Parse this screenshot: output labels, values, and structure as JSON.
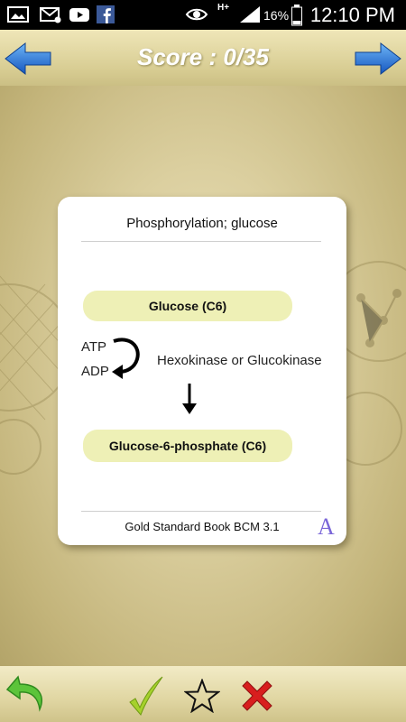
{
  "status_bar": {
    "network_type": "H+",
    "battery_percent": "16%",
    "time": "12:10 PM",
    "icons": [
      "image-icon",
      "mail-icon",
      "youtube-icon",
      "facebook-icon",
      "eye-icon",
      "signal-icon",
      "battery-icon"
    ]
  },
  "header": {
    "score_text": "Score : 0/35",
    "prev_icon": "left-arrow-icon",
    "next_icon": "right-arrow-icon"
  },
  "card": {
    "title": "Phosphorylation; glucose",
    "top_box": "Glucose (C6)",
    "cofactor_in": "ATP",
    "cofactor_out": "ADP",
    "enzyme": "Hexokinase or Glucokinase",
    "bottom_box": "Glucose-6-phosphate (C6)",
    "source": "Gold Standard Book BCM 3.1",
    "level_badge": "A"
  },
  "footer": {
    "icons": [
      "back-undo-icon",
      "checkmark-icon",
      "star-icon",
      "cross-icon"
    ]
  },
  "colors": {
    "header_bg": "#d8cd93",
    "card_pill": "#eef0b6",
    "arrow_blue": "#1e6fd9",
    "check_green": "#9fcf2a",
    "cross_red": "#d81e1e",
    "undo_green": "#5cc43a",
    "badge_purple": "#7a66d8"
  }
}
